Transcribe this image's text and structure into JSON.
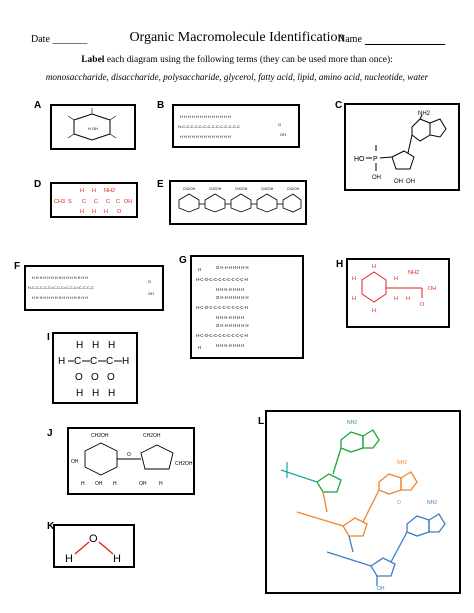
{
  "header": {
    "date_label": "Date _______",
    "title": "Organic Macromolecule Identification",
    "name_label": "Name",
    "instructions_bold": "Label",
    "instructions_rest": " each diagram using the following terms (they can be used more than once):",
    "terms": "monosaccharide, disaccharide, polysaccharide, glycerol, fatty acid, lipid, amino acid, nucleotide, water"
  },
  "diagrams": {
    "A": {
      "letter": "A"
    },
    "B": {
      "letter": "B"
    },
    "C": {
      "letter": "C",
      "labels": [
        "NH2",
        "HO",
        "P",
        "O",
        "OH",
        "OH",
        "OH"
      ]
    },
    "D": {
      "letter": "D",
      "labels": [
        "H",
        "H",
        "NH2",
        "CH3",
        "S",
        "C",
        "OH",
        "O",
        "H",
        "H",
        "H"
      ]
    },
    "E": {
      "letter": "E",
      "labels": [
        "CH2OH"
      ]
    },
    "F": {
      "letter": "F"
    },
    "G": {
      "letter": "G"
    },
    "H": {
      "letter": "H",
      "labels": [
        "NH2",
        "OH",
        "O"
      ]
    },
    "I": {
      "letter": "I",
      "labels": [
        "H",
        "C",
        "O"
      ]
    },
    "J": {
      "letter": "J",
      "labels": [
        "CH2OH",
        "OH",
        "H",
        "O"
      ]
    },
    "K": {
      "letter": "K",
      "labels": [
        "H",
        "O",
        "H"
      ]
    },
    "L": {
      "letter": "L",
      "labels": [
        "NH2",
        "O"
      ]
    }
  },
  "colors": {
    "red": "#e0261d",
    "green": "#1fa53a",
    "orange": "#f0842c",
    "blue": "#3d7dc4",
    "teal": "#1aa6a6"
  }
}
